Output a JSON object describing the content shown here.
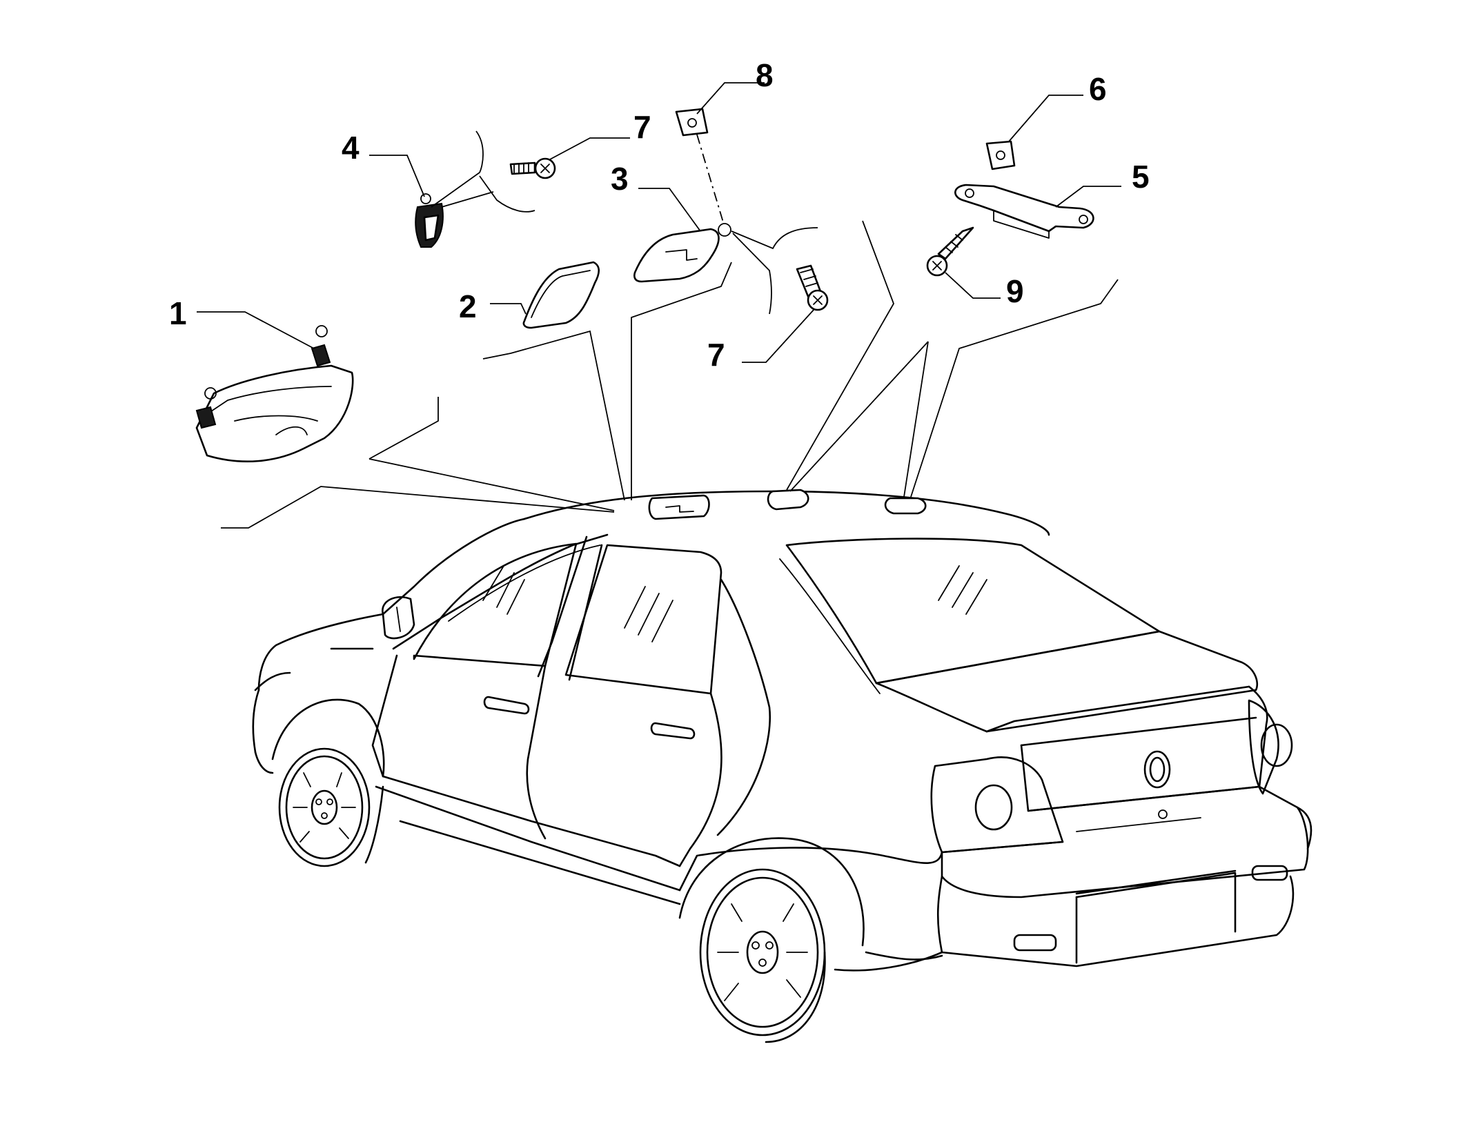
{
  "callouts": [
    {
      "id": "c1",
      "label": "1"
    },
    {
      "id": "c2",
      "label": "2"
    },
    {
      "id": "c3",
      "label": "3"
    },
    {
      "id": "c4",
      "label": "4"
    },
    {
      "id": "c5",
      "label": "5"
    },
    {
      "id": "c6",
      "label": "6"
    },
    {
      "id": "c7a",
      "label": "7"
    },
    {
      "id": "c7b",
      "label": "7"
    },
    {
      "id": "c8",
      "label": "8"
    },
    {
      "id": "c9",
      "label": "9"
    }
  ],
  "colors": {
    "line": "#000000",
    "background": "#ffffff"
  }
}
